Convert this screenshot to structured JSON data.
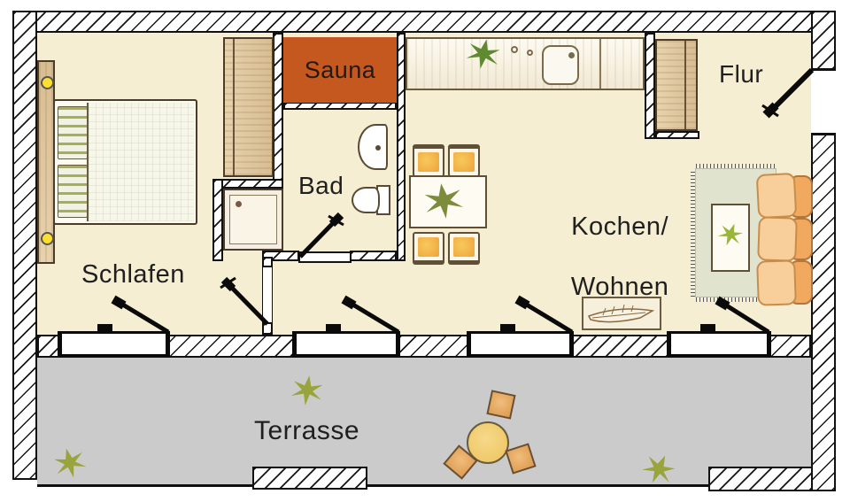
{
  "floorplan": {
    "rooms": {
      "sauna": {
        "label": "Sauna"
      },
      "bad": {
        "label": "Bad"
      },
      "flur": {
        "label": "Flur"
      },
      "kochen_wohnen": {
        "label_line1": "Kochen/",
        "label_line2": "Wohnen"
      },
      "schlafen": {
        "label": "Schlafen"
      },
      "terrasse": {
        "label": "Terrasse"
      }
    },
    "colors": {
      "floor": "#f5eed3",
      "terrace": "#cbcbcb",
      "sauna": "#c4581f",
      "wood": "#dcc19b",
      "sofa_seat": "#f8cf9a",
      "sofa_back": "#f0a95e",
      "rug": "#e0e4cf",
      "seat_orange": "#f2b03f",
      "plant": "#8a9a33",
      "ink": "#1f1f1f",
      "lamp_yellow": "#ffdf2e"
    },
    "icons": {
      "bed": "double-bed-icon",
      "shower": "shower-tray-icon",
      "sink": "washbasin-icon",
      "toilet": "toilet-icon",
      "kitchen_sink": "kitchen-sink-icon",
      "sofa": "sofa-icon",
      "plant": "plant-icon",
      "door": "door-swing-icon",
      "window_door": "terrace-door-icon",
      "boat": "model-boat-icon"
    }
  }
}
